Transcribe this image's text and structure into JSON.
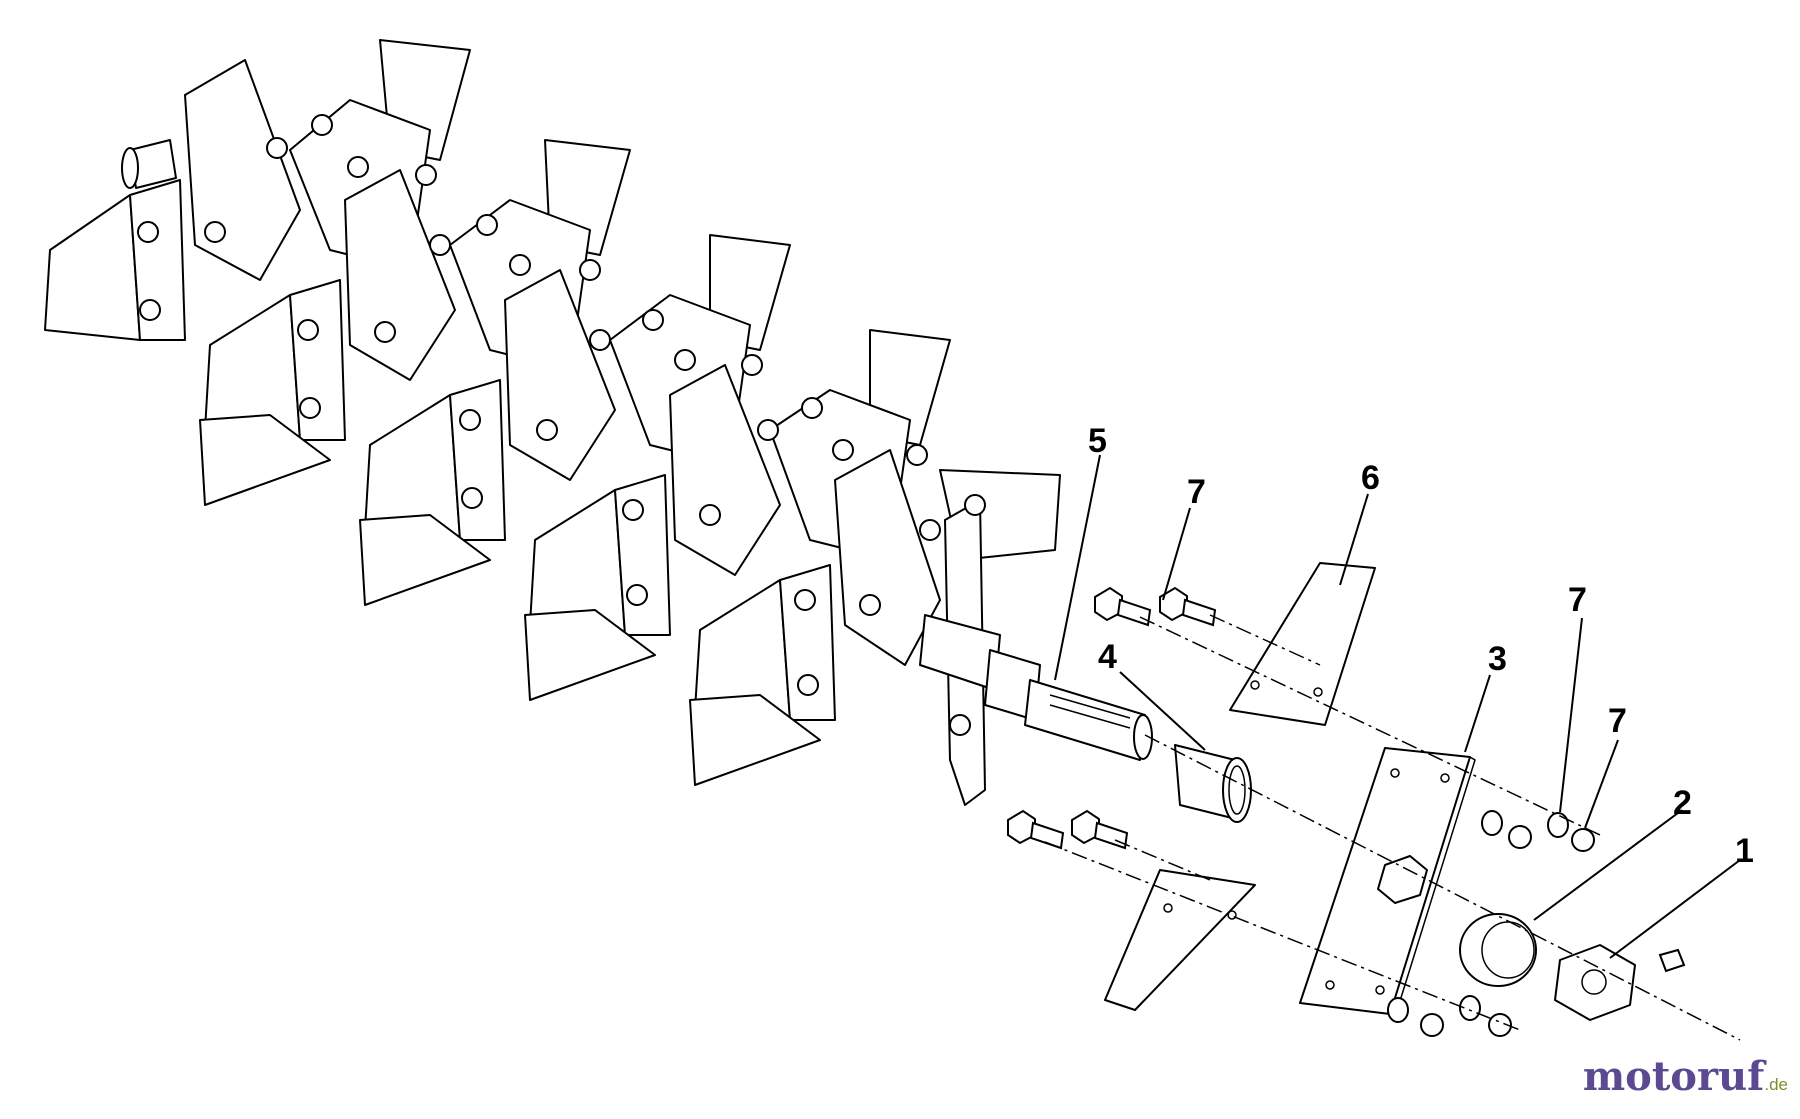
{
  "diagram": {
    "callouts": [
      {
        "id": "c5",
        "label": "5"
      },
      {
        "id": "c7a",
        "label": "7"
      },
      {
        "id": "c6",
        "label": "6"
      },
      {
        "id": "c4",
        "label": "4"
      },
      {
        "id": "c3",
        "label": "3"
      },
      {
        "id": "c7b",
        "label": "7"
      },
      {
        "id": "c7c",
        "label": "7"
      },
      {
        "id": "c2",
        "label": "2"
      },
      {
        "id": "c1",
        "label": "1"
      }
    ]
  },
  "watermark": {
    "brand": "motoruf",
    "tld": ".de",
    "colors": {
      "brand": "#5b4a91",
      "tld": "#7b8f2c"
    }
  }
}
